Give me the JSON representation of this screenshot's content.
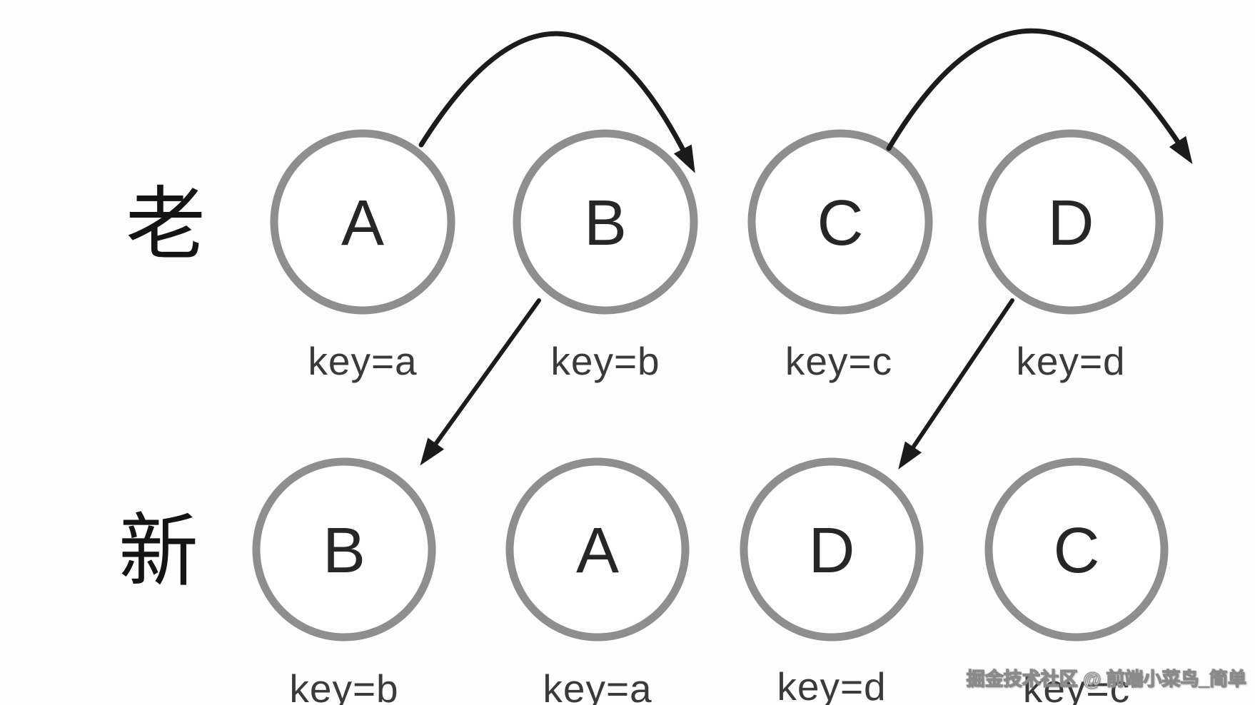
{
  "diagram": {
    "title_hint": "list diff with keys: old row vs new row",
    "rows": {
      "old": {
        "label": "老",
        "nodes": [
          {
            "letter": "A",
            "key": "key=a"
          },
          {
            "letter": "B",
            "key": "key=b"
          },
          {
            "letter": "C",
            "key": "key=c"
          },
          {
            "letter": "D",
            "key": "key=d"
          }
        ]
      },
      "new": {
        "label": "新",
        "nodes": [
          {
            "letter": "B",
            "key": "key=b"
          },
          {
            "letter": "A",
            "key": "key=a"
          },
          {
            "letter": "D",
            "key": "key=d"
          },
          {
            "letter": "C",
            "key": "key=c"
          }
        ]
      }
    },
    "arrows": [
      {
        "from": "old-A",
        "to": "after-old-B",
        "style": "arc"
      },
      {
        "from": "old-C",
        "to": "after-old-D",
        "style": "arc"
      },
      {
        "from": "old-B",
        "to": "new-B",
        "style": "straight"
      },
      {
        "from": "old-D",
        "to": "new-D",
        "style": "straight"
      }
    ]
  },
  "watermark": {
    "text": "掘金技术社区 @ 前端小菜鸟_简单"
  },
  "colors": {
    "background": "#fdfdfd",
    "circle_stroke": "#8e8e8e",
    "circle_fill": "#fefefe",
    "arrow": "#1b1b1b",
    "letter_text": "#262626",
    "key_text": "#3a3a3a",
    "row_label_text": "#141414",
    "watermark_fill": "#ffffff",
    "watermark_outline": "#8a8a8a"
  }
}
